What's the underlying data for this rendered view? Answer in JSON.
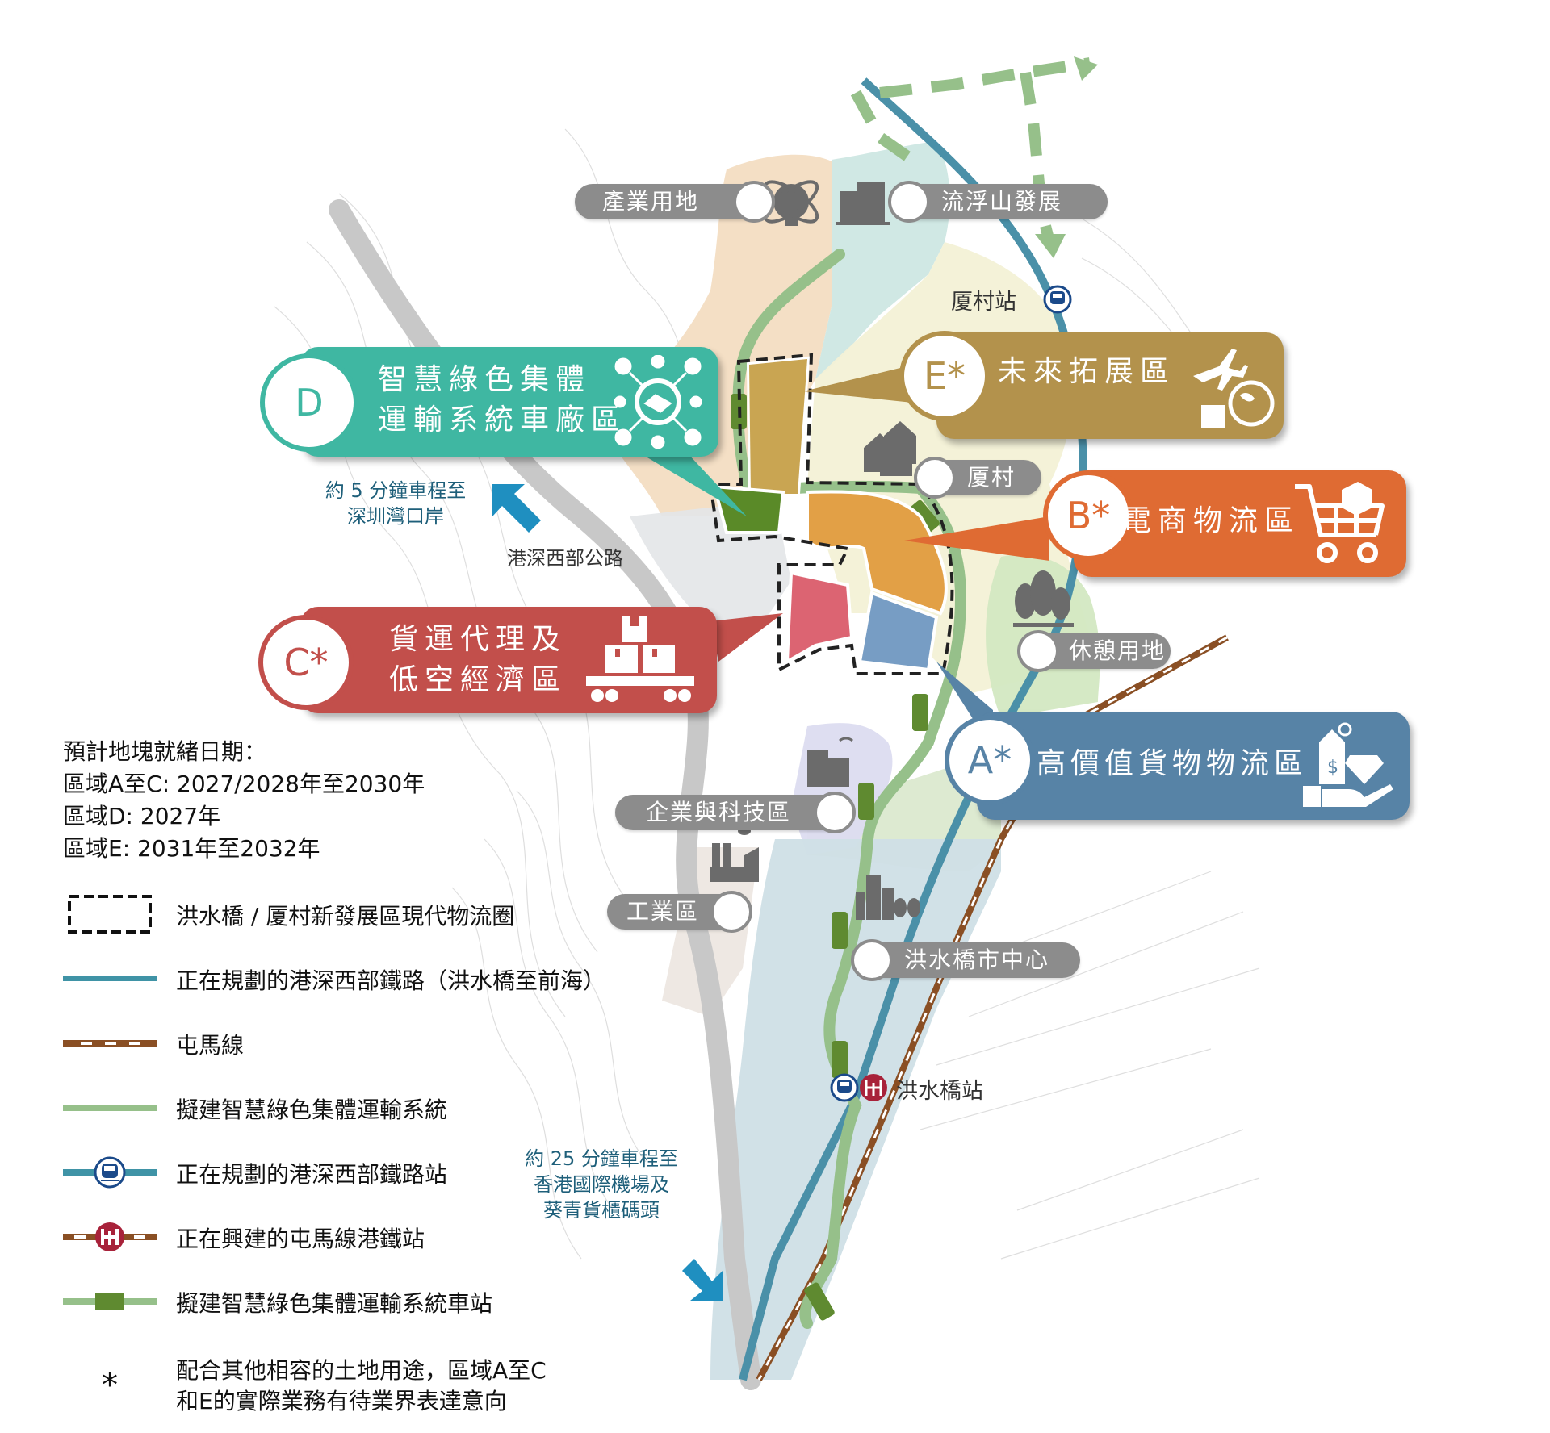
{
  "zones": {
    "D": {
      "badge": "D",
      "title_line1": "智慧綠色集體",
      "title_line2": "運輸系統車廠區",
      "color": "#3fb7a2",
      "icon": "handshake-network-icon"
    },
    "E": {
      "badge": "E*",
      "title": "未來拓展區",
      "color": "#b3924c",
      "icon": "plane-globe-parcel-icon"
    },
    "B": {
      "badge": "B*",
      "title": "電商物流區",
      "color": "#df6b33",
      "icon": "shopping-cart-parcel-icon"
    },
    "C": {
      "badge": "C*",
      "title_line1": "貨運代理及",
      "title_line2": "低空經濟區",
      "color": "#c24f4b",
      "icon": "cargo-trolley-icon"
    },
    "A": {
      "badge": "A*",
      "title": "高價值貨物物流區",
      "color": "#5783a6",
      "icon": "price-tag-diamond-hand-icon"
    }
  },
  "place_labels": {
    "industrial_land": "產業用地",
    "lau_fau_shan": "流浮山發展",
    "ha_tsuen_station": "厦村站",
    "ha_tsuen": "厦村",
    "open_space": "休憩用地",
    "enterprise_tech": "企業與科技區",
    "industrial_area": "工業區",
    "hsk_town_centre": "洪水橋市中心",
    "hsk_station": "洪水橋站",
    "western_corridor": "港深西部公路"
  },
  "notes": {
    "shenzhen_bay_line1": "約 5 分鐘車程至",
    "shenzhen_bay_line2": "深圳灣口岸",
    "airport_line1": "約 25 分鐘車程至",
    "airport_line2": "香港國際機場及",
    "airport_line3": "葵青貨櫃碼頭"
  },
  "readiness": {
    "heading": "預計地塊就緒日期：",
    "zones_a_c": "區域A至C: 2027/2028年至2030年",
    "zone_d": "區域D: 2027年",
    "zone_e": "區域E: 2031年至2032年"
  },
  "legend": [
    {
      "symbol": "dashed-boundary",
      "label": "洪水橋 / 厦村新發展區現代物流圈"
    },
    {
      "symbol": "teal-line",
      "label": "正在規劃的港深西部鐵路（洪水橋至前海）",
      "color": "#3f93a6"
    },
    {
      "symbol": "brown-dashed-line",
      "label": "屯馬線",
      "color": "#8a4f24"
    },
    {
      "symbol": "green-line",
      "label": "擬建智慧綠色集體運輸系統",
      "color": "#96c08a"
    },
    {
      "symbol": "railway-station",
      "label": "正在規劃的港深西部鐵路站"
    },
    {
      "symbol": "mtr-station",
      "label": "正在興建的屯馬線港鐵站"
    },
    {
      "symbol": "green-station",
      "label": "擬建智慧綠色集體運輸系統車站",
      "color": "#5f8a30"
    },
    {
      "symbol": "asterisk",
      "label_line1": "配合其他相容的土地用途，區域A至C",
      "label_line2": "和E的實際業務有待業界表達意向",
      "mark": "*"
    }
  ]
}
